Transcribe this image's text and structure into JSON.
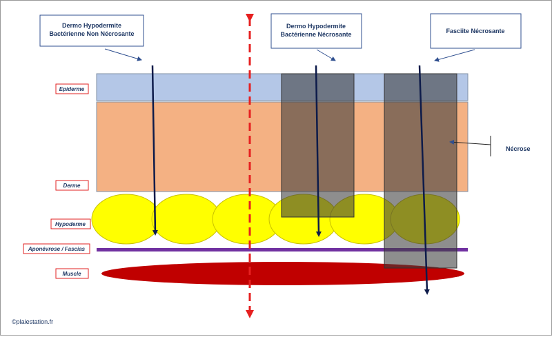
{
  "callouts": {
    "non_necrotizing_line1": "Dermo Hypodermite",
    "non_necrotizing_line2": "Bactérienne Non Nécrosante",
    "necrotizing_line1": "Dermo Hypodermite",
    "necrotizing_line2": "Bactérienne Nécrosante",
    "fasciitis": "Fasciite Nécrosante"
  },
  "layers": {
    "epiderme": "Epiderme",
    "derme": "Derme",
    "hypoderme": "Hypoderme",
    "aponevrose": "Aponévrose / Fascias",
    "muscle": "Muscle"
  },
  "necrose_label": "Nécrose",
  "copyright": "©plaiestation.fr",
  "colors": {
    "epiderme": "#b4c7e7",
    "derme": "#f4b183",
    "hypoderme": "#ffff00",
    "aponevrose": "#7030a0",
    "muscle": "#c00000",
    "necrosis_overlay": "#3d3d3d",
    "arrow": "#0d1b4a",
    "midline": "#e62020",
    "label_border": "#e02020"
  }
}
